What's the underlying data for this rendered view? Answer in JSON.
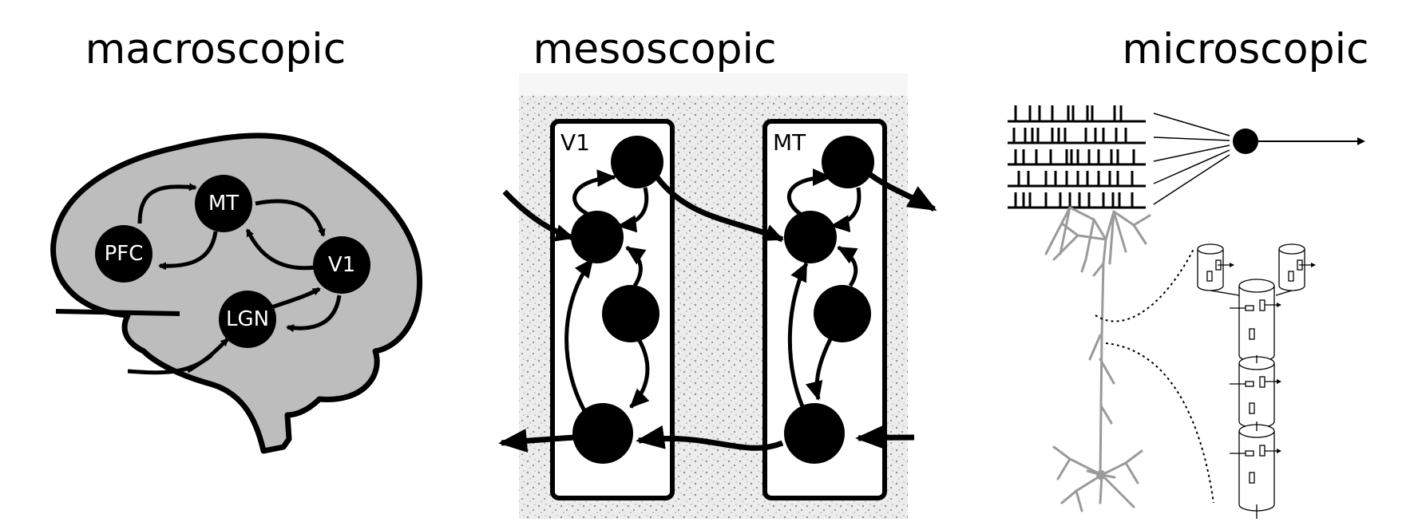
{
  "titles": {
    "macroscopic": "macroscopic",
    "mesoscopic": "mesoscopic",
    "microscopic": "microscopic"
  },
  "macro_nodes": {
    "pfc": "PFC",
    "mt": "MT",
    "v1": "V1",
    "lgn": "LGN"
  },
  "meso_areas": {
    "left": "V1",
    "right": "MT"
  },
  "colors": {
    "brain_fill": "#bdbdbd",
    "node_fill": "#000000",
    "tissue": "#e6e6e6",
    "neuron_gray": "#9a9a9a"
  }
}
